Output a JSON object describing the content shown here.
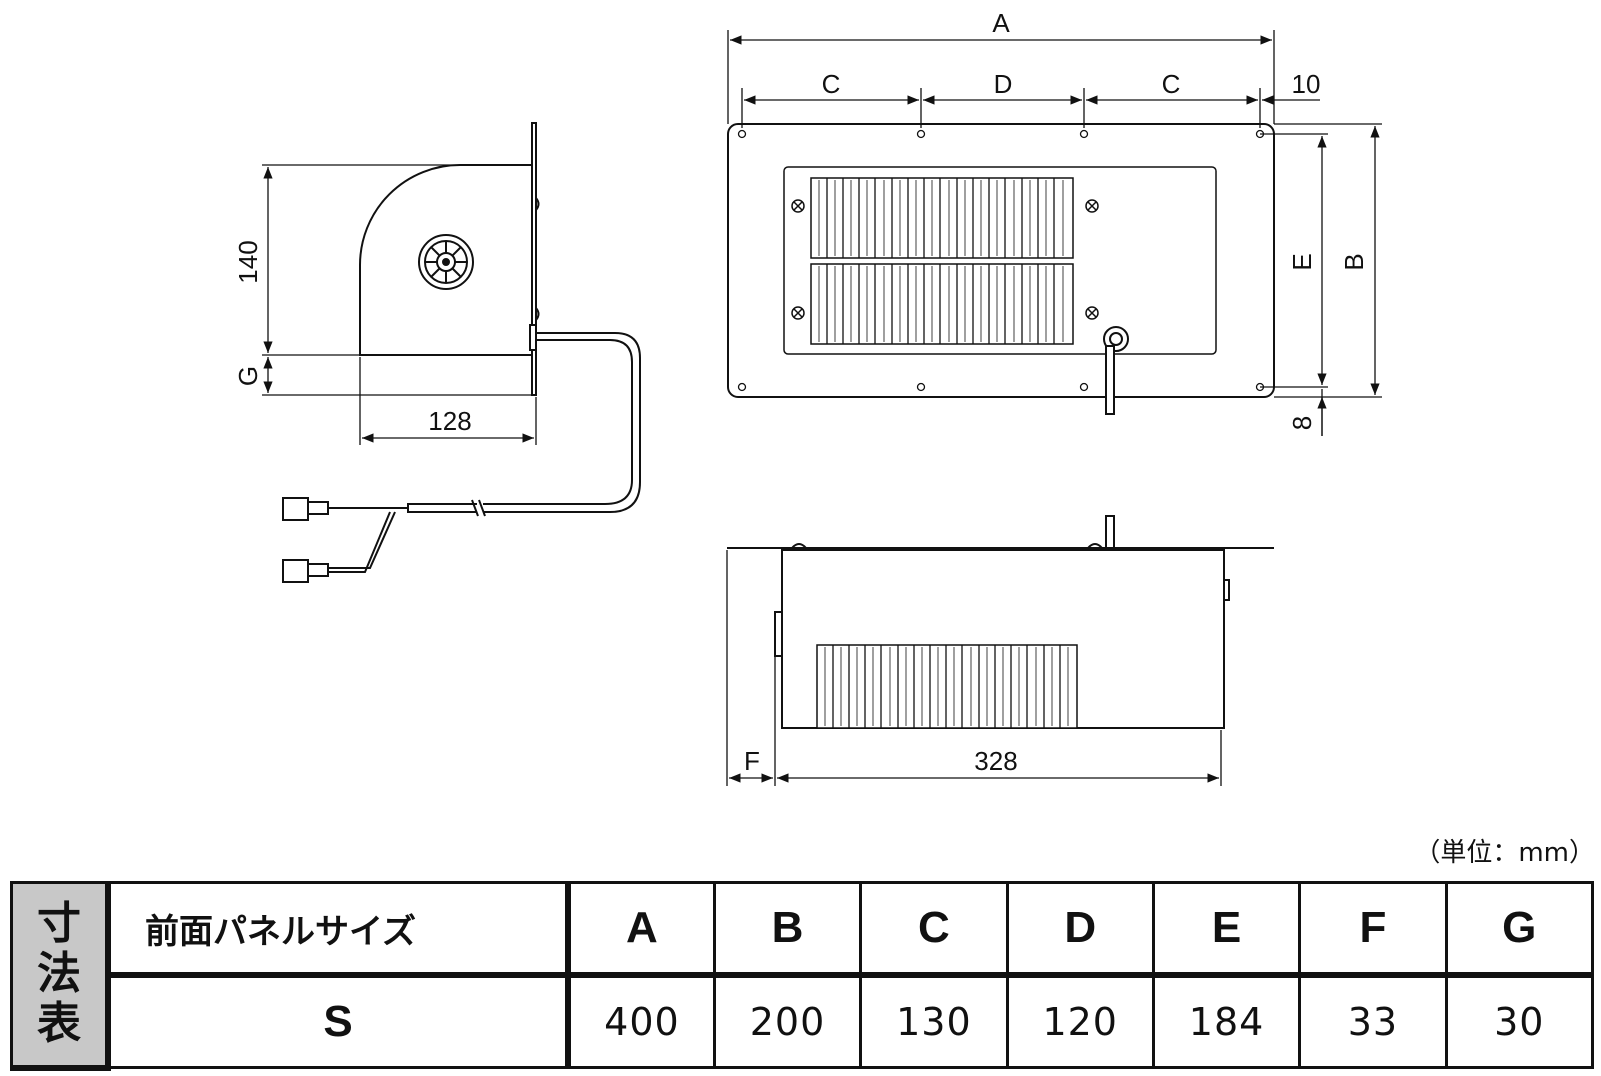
{
  "drawing": {
    "side_view": {
      "height_label": "140",
      "g_label": "G",
      "width_label": "128"
    },
    "front_view": {
      "a_label": "A",
      "c_left_label": "C",
      "d_label": "D",
      "c_right_label": "C",
      "ten_label": "10",
      "e_label": "E",
      "b_label": "B",
      "eight_label": "8"
    },
    "bottom_view": {
      "f_label": "F",
      "length_label": "328"
    }
  },
  "unit_note": "（単位：mm）",
  "table": {
    "title_chars": [
      "寸",
      "法",
      "表"
    ],
    "panel_header": "前面パネルサイズ",
    "columns": [
      "A",
      "B",
      "C",
      "D",
      "E",
      "F",
      "G"
    ],
    "row": {
      "size": "S",
      "values": [
        "400",
        "200",
        "130",
        "120",
        "184",
        "33",
        "30"
      ]
    }
  }
}
